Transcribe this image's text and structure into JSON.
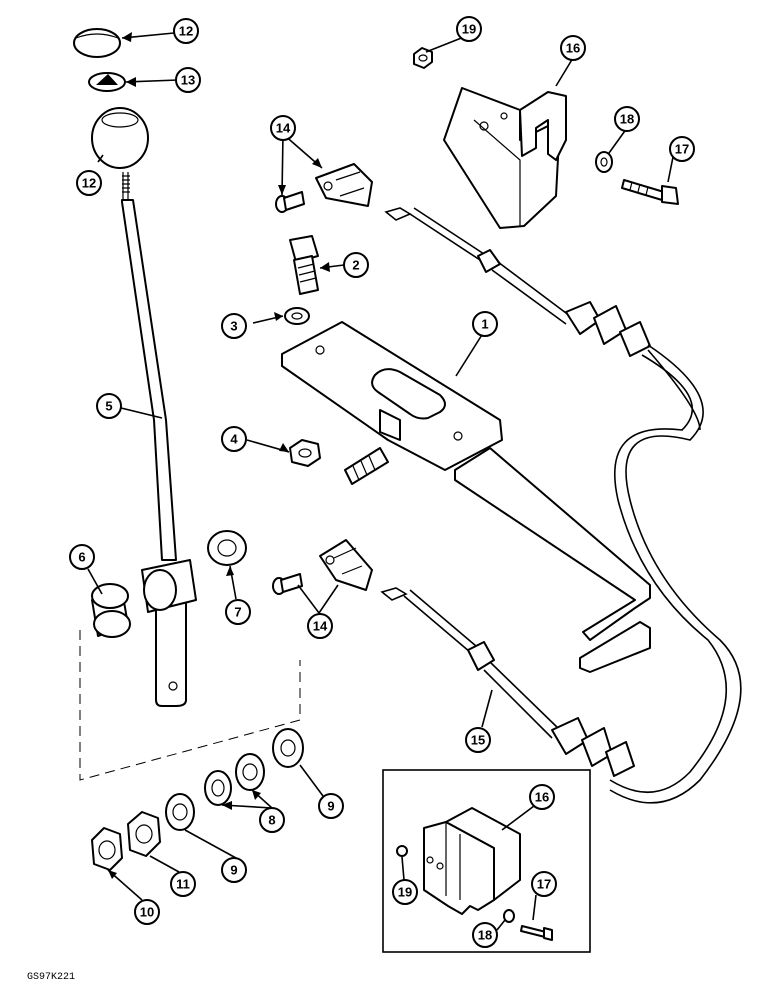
{
  "figure_code": "GS97K221",
  "callouts": [
    {
      "id": "c12a",
      "label": "12"
    },
    {
      "id": "c13",
      "label": "13"
    },
    {
      "id": "c12b",
      "label": "12"
    },
    {
      "id": "c14a",
      "label": "14"
    },
    {
      "id": "c19a",
      "label": "19"
    },
    {
      "id": "c16a",
      "label": "16"
    },
    {
      "id": "c18a",
      "label": "18"
    },
    {
      "id": "c17a",
      "label": "17"
    },
    {
      "id": "c2",
      "label": "2"
    },
    {
      "id": "c3",
      "label": "3"
    },
    {
      "id": "c1",
      "label": "1"
    },
    {
      "id": "c5",
      "label": "5"
    },
    {
      "id": "c4",
      "label": "4"
    },
    {
      "id": "c6",
      "label": "6"
    },
    {
      "id": "c7",
      "label": "7"
    },
    {
      "id": "c14b",
      "label": "14"
    },
    {
      "id": "c15",
      "label": "15"
    },
    {
      "id": "c9a",
      "label": "9"
    },
    {
      "id": "c8",
      "label": "8"
    },
    {
      "id": "c9b",
      "label": "9"
    },
    {
      "id": "c11",
      "label": "11"
    },
    {
      "id": "c10",
      "label": "10"
    },
    {
      "id": "c16b",
      "label": "16"
    },
    {
      "id": "c19b",
      "label": "19"
    },
    {
      "id": "c17b",
      "label": "17"
    },
    {
      "id": "c18b",
      "label": "18"
    }
  ]
}
